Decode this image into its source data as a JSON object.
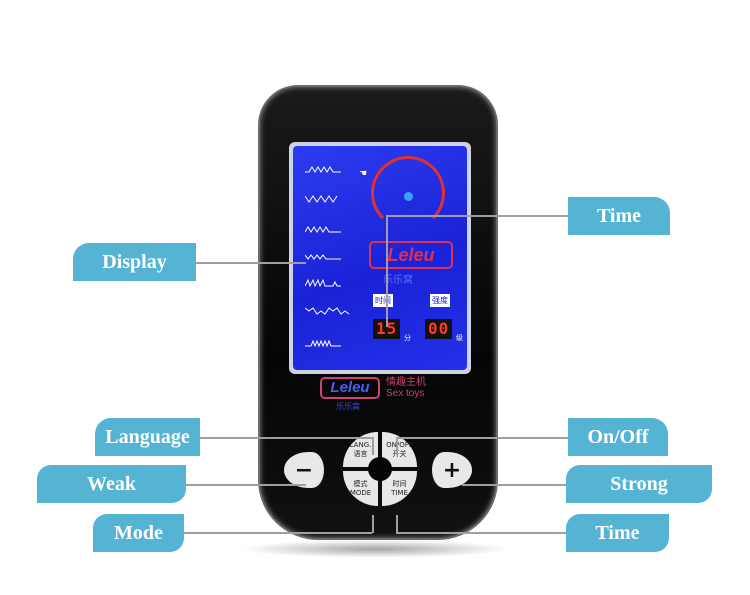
{
  "callouts": {
    "display": "Display",
    "time_top": "Time",
    "language": "Language",
    "weak": "Weak",
    "mode": "Mode",
    "on_off": "On/Off",
    "strong": "Strong",
    "time_bottom": "Time"
  },
  "screen": {
    "brand": "Leleu",
    "brand_sub": "乐乐窝",
    "time_tag": "时间",
    "strength_tag": "强度",
    "time_value": "15",
    "time_unit": "分",
    "strength_value": "00",
    "strength_unit": "级"
  },
  "logo": {
    "brand": "Leleu",
    "line1": "情趣主机",
    "line2": "Sex toys",
    "sub": "乐乐窝"
  },
  "buttons": {
    "lang_en": "LANG.",
    "lang_cn": "语言",
    "onoff_en": "ON/OFF",
    "onoff_cn": "开关",
    "mode_cn": "模式",
    "mode_en": "MODE",
    "time_cn": "时间",
    "time_en": "TIME",
    "minus": "−",
    "plus": "+"
  },
  "colors": {
    "callout": "#55b4d4",
    "screen": "#1a22d8",
    "device": "#0a0a0a"
  }
}
